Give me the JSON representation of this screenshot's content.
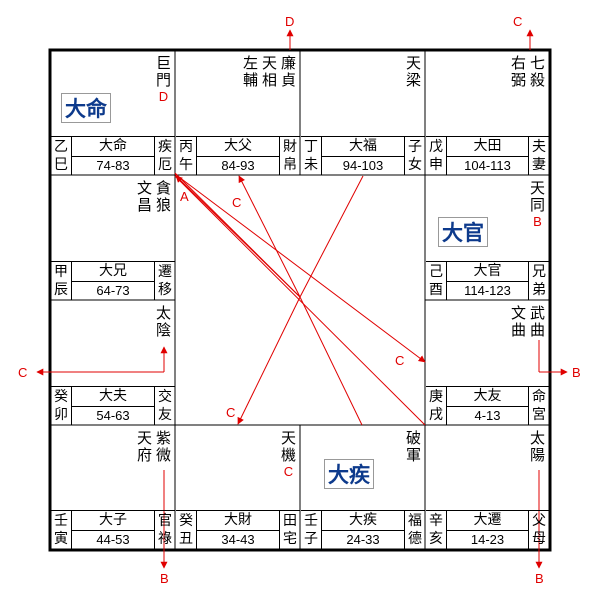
{
  "palaces": [
    {
      "id": "si",
      "stars": [
        {
          "name": "巨門",
          "hua": "D"
        }
      ],
      "stem": "乙巳",
      "dname": "大命",
      "range": "74-83",
      "palace": "疾厄"
    },
    {
      "id": "wu",
      "stars": [
        {
          "name": "廉貞",
          "hua": ""
        },
        {
          "name": "天相",
          "hua": ""
        },
        {
          "name": "左輔",
          "hua": ""
        }
      ],
      "stem": "丙午",
      "dname": "大父",
      "range": "84-93",
      "palace": "財帛"
    },
    {
      "id": "wei",
      "stars": [
        {
          "name": "天梁",
          "hua": ""
        }
      ],
      "stem": "丁未",
      "dname": "大福",
      "range": "94-103",
      "palace": "子女"
    },
    {
      "id": "shen",
      "stars": [
        {
          "name": "七殺",
          "hua": ""
        },
        {
          "name": "右弼",
          "hua": ""
        }
      ],
      "stem": "戊申",
      "dname": "大田",
      "range": "104-113",
      "palace": "夫妻"
    },
    {
      "id": "chen",
      "stars": [
        {
          "name": "貪狼",
          "hua": ""
        },
        {
          "name": "文昌",
          "hua": ""
        }
      ],
      "stem": "甲辰",
      "dname": "大兄",
      "range": "64-73",
      "palace": "遷移"
    },
    {
      "id": "you",
      "stars": [
        {
          "name": "天同",
          "hua": "B"
        }
      ],
      "stem": "己酉",
      "dname": "大官",
      "range": "114-123",
      "palace": "兄弟"
    },
    {
      "id": "mao",
      "stars": [
        {
          "name": "太陰",
          "hua": ""
        }
      ],
      "stem": "癸卯",
      "dname": "大夫",
      "range": "54-63",
      "palace": "交友"
    },
    {
      "id": "xu",
      "stars": [
        {
          "name": "武曲",
          "hua": ""
        },
        {
          "name": "文曲",
          "hua": ""
        }
      ],
      "stem": "庚戌",
      "dname": "大友",
      "range": "4-13",
      "palace": "命宮"
    },
    {
      "id": "yin",
      "stars": [
        {
          "name": "紫微",
          "hua": ""
        },
        {
          "name": "天府",
          "hua": ""
        }
      ],
      "stem": "壬寅",
      "dname": "大子",
      "range": "44-53",
      "palace": "官祿"
    },
    {
      "id": "chou",
      "stars": [
        {
          "name": "天機",
          "hua": "C"
        }
      ],
      "stem": "癸丑",
      "dname": "大財",
      "range": "34-43",
      "palace": "田宅"
    },
    {
      "id": "zi",
      "stars": [
        {
          "name": "破軍",
          "hua": ""
        }
      ],
      "stem": "壬子",
      "dname": "大疾",
      "range": "24-33",
      "palace": "福德"
    },
    {
      "id": "hai",
      "stars": [
        {
          "name": "太陽",
          "hua": ""
        }
      ],
      "stem": "辛亥",
      "dname": "大遷",
      "range": "14-23",
      "palace": "父母"
    }
  ],
  "tags": {
    "ming": "大命",
    "guan": "大官",
    "ji": "大疾"
  },
  "labels": {
    "d_top": "D",
    "c_top_right": "C",
    "a_label": "A",
    "c_upper": "C",
    "c_left": "C",
    "c_mid_right": "C",
    "c_lower": "C",
    "b_right": "B",
    "b_bottom_left": "B",
    "b_bottom_right": "B"
  },
  "colors": {
    "arrow": "#e00000",
    "tag_text": "#0d3a8c"
  }
}
